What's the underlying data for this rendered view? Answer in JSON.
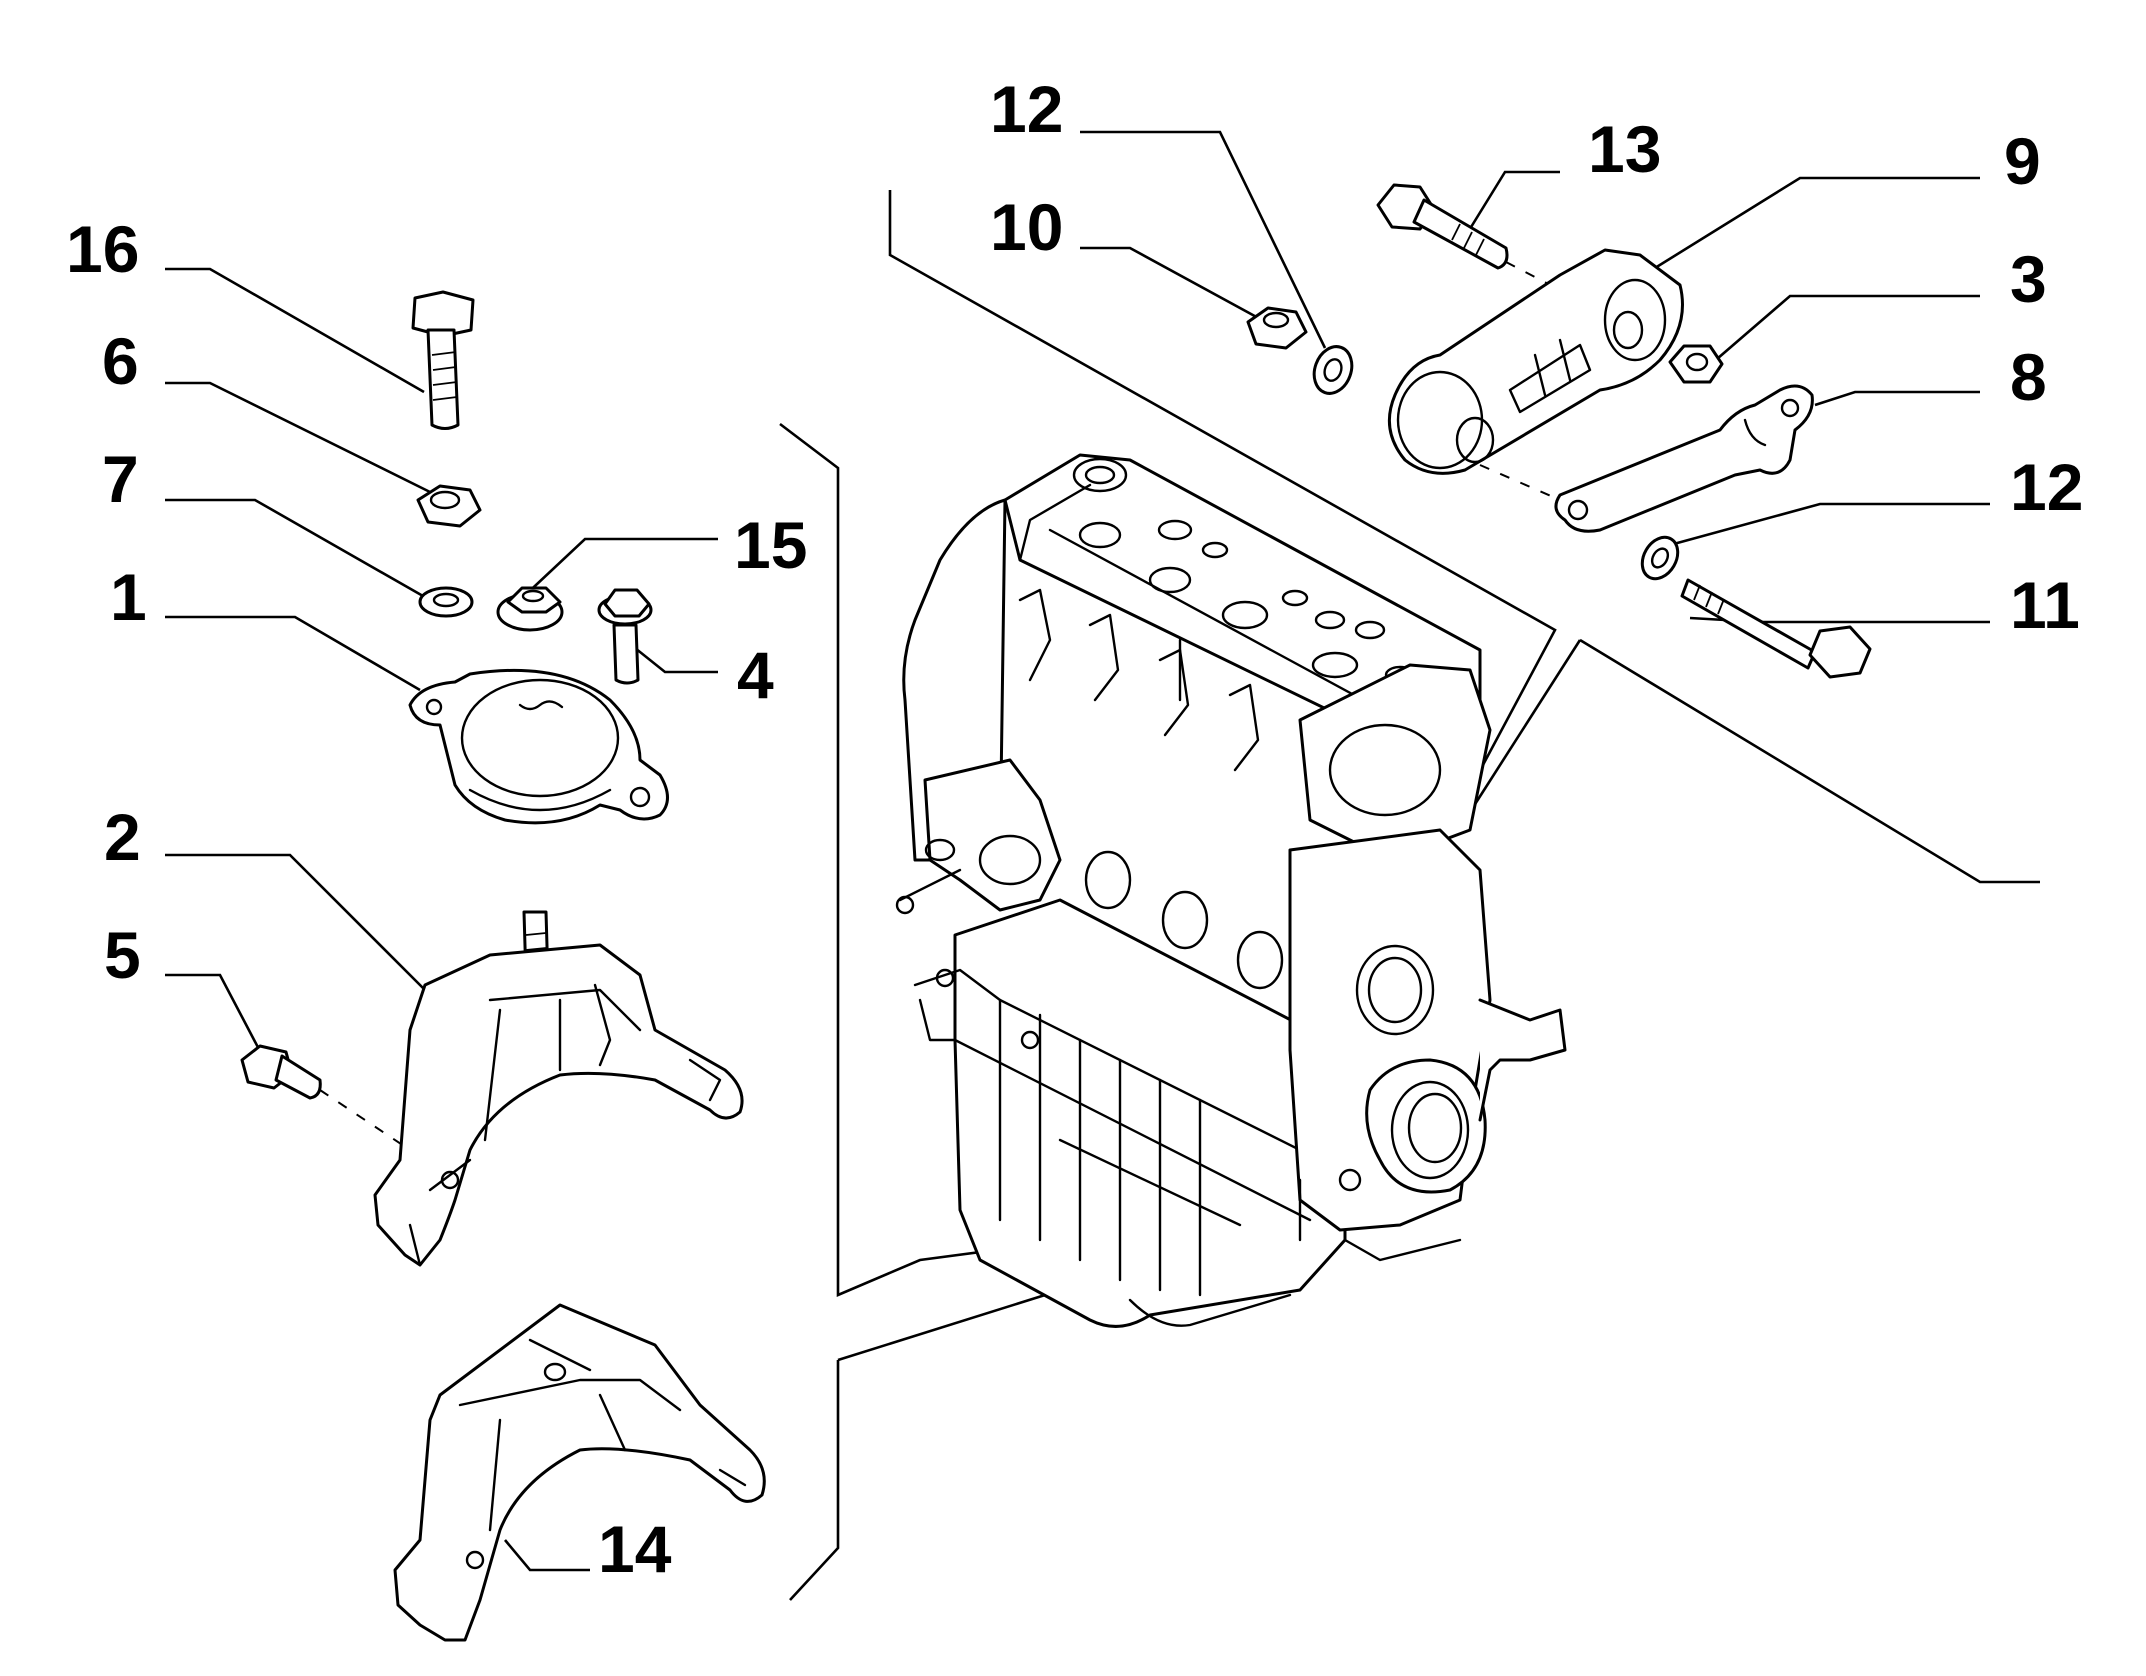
{
  "callouts": [
    {
      "id": "c16",
      "text": "16"
    },
    {
      "id": "c6",
      "text": "6"
    },
    {
      "id": "c7",
      "text": "7"
    },
    {
      "id": "c1",
      "text": "1"
    },
    {
      "id": "c15",
      "text": "15"
    },
    {
      "id": "c4",
      "text": "4"
    },
    {
      "id": "c2",
      "text": "2"
    },
    {
      "id": "c5",
      "text": "5"
    },
    {
      "id": "c14",
      "text": "14"
    },
    {
      "id": "c12a",
      "text": "12"
    },
    {
      "id": "c10",
      "text": "10"
    },
    {
      "id": "c13",
      "text": "13"
    },
    {
      "id": "c9",
      "text": "9"
    },
    {
      "id": "c3",
      "text": "3"
    },
    {
      "id": "c8",
      "text": "8"
    },
    {
      "id": "c12b",
      "text": "12"
    },
    {
      "id": "c11",
      "text": "11"
    }
  ]
}
